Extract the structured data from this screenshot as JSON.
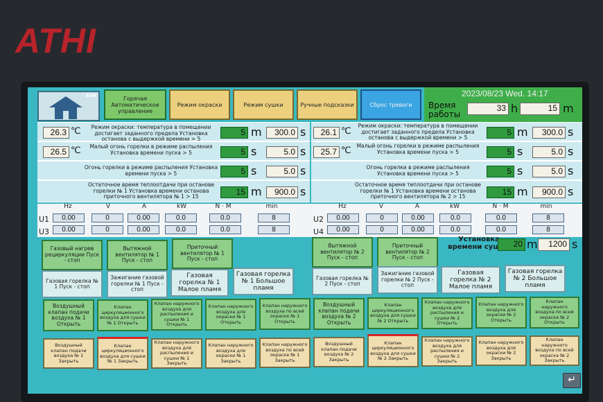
{
  "brand": "ATHI",
  "header": {
    "home_label": "ATHI",
    "nav": [
      {
        "label": "Горячая Автоматическое управление",
        "color": "#7ec86a"
      },
      {
        "label": "Режим окраски",
        "color": "#ecd07e"
      },
      {
        "label": "Режим сушки",
        "color": "#ecd07e"
      },
      {
        "label": "Ручные подсказки",
        "color": "#ecd07e"
      },
      {
        "label": "Сброс тревоги",
        "color": "#3aa5e2"
      }
    ],
    "datetime": "2023/08/23 Wed. 14:17",
    "work_time_label": "Время работы",
    "hours": "33",
    "hours_unit": "h",
    "minutes": "15",
    "minutes_unit": "m"
  },
  "params_left": [
    {
      "temp": "26.3",
      "temp_unit": "℃",
      "desc": "Режим окраски: температура в помещении достигает заданного предела Установка останова с выдержкой времени > 5",
      "set": "5",
      "set_unit": "m",
      "value": "300.0",
      "value_unit": "s"
    },
    {
      "temp": "26.5",
      "temp_unit": "℃",
      "desc": "Малый огонь горелки в режиме распыления Установка времени пуска > 5",
      "set": "5",
      "set_unit": "s",
      "value": "5.0",
      "value_unit": "s"
    },
    {
      "temp": "",
      "temp_unit": "",
      "desc": "Огонь горелки в режиме распыления Установка времени пуска > 5",
      "set": "5",
      "set_unit": "s",
      "value": "5.0",
      "value_unit": "s"
    },
    {
      "temp": "",
      "temp_unit": "",
      "desc": "Остаточное время теплоотдачи при останове горелки № 1 Установка времени останова приточного вентилятора № 1 > 15",
      "set": "15",
      "set_unit": "m",
      "value": "900.0",
      "value_unit": "s"
    }
  ],
  "params_right": [
    {
      "temp": "26.1",
      "temp_unit": "℃",
      "desc": "Режим окраски: температура в помещении достигает заданного предела Установка останова с выдержкой времени > 5",
      "set": "5",
      "set_unit": "m",
      "value": "300.0",
      "value_unit": "s"
    },
    {
      "temp": "25.7",
      "temp_unit": "℃",
      "desc": "Малый огонь горелки в режиме распыления Установка времени пуска > 5",
      "set": "5",
      "set_unit": "s",
      "value": "5.0",
      "value_unit": "s"
    },
    {
      "temp": "",
      "temp_unit": "",
      "desc": "Огонь горелки в режиме распыления Установка времени пуска > 5",
      "set": "5",
      "set_unit": "s",
      "value": "5.0",
      "value_unit": "s"
    },
    {
      "temp": "",
      "temp_unit": "",
      "desc": "Остаточное время теплоотдачи при останове горелки № 1 Установка времени останова приточного вентилятора № 2 > 15",
      "set": "15",
      "set_unit": "m",
      "value": "900.0",
      "value_unit": "s"
    }
  ],
  "meters": {
    "headers": [
      "Hz",
      "V",
      "A",
      "kW",
      "N · M",
      "min"
    ],
    "left_rows": [
      {
        "label": "U1",
        "values": [
          "0.00",
          "0",
          "0.00",
          "0.0",
          "0.0",
          "8"
        ]
      },
      {
        "label": "U3",
        "values": [
          "0.00",
          "0",
          "0.00",
          "0.0",
          "0.0",
          "8"
        ]
      }
    ],
    "right_rows": [
      {
        "label": "U2",
        "values": [
          "0.00",
          "0",
          "0.00",
          "0.0",
          "0.0",
          "8"
        ]
      },
      {
        "label": "U4",
        "values": [
          "0.00",
          "0",
          "0.00",
          "0.0",
          "0.0",
          "8"
        ]
      }
    ]
  },
  "dry_setting": {
    "label": "Установка времени сушки",
    "set": "20",
    "set_unit": "m",
    "value": "1200",
    "value_unit": "s"
  },
  "controls": {
    "row1": [
      "Газовый нагрев рециркуляции Пуск - стоп",
      "Вытяжной вентилятор № 1 Пуск - стоп",
      "Приточный вентилятор № 1 Пуск - стоп",
      "Вытяжной вентилятор № 2 Пуск - стоп",
      "Приточный вентилятор № 2 Пуск - стоп"
    ],
    "row2": [
      "Газовая горелка № 1 Пуск - стоп",
      "Зажигание газовой горелки № 1 Пуск - стоп",
      "Газовая горелка № 1 Малое пламя",
      "Газовая горелка № 1 Большое пламя",
      "Газовая горелка № 2 Пуск - стоп",
      "Зажигание газовой горелки № 2 Пуск - стоп",
      "Газовая горелка № 2 Малое пламя",
      "Газовая горелка № 2 Большое пламя"
    ],
    "row3": [
      "Воздушный клапан подачи воздуха № 1 Открыть",
      "Клапан циркуляционного воздуха для сушки № 1 Открыть",
      "Клапан наружного воздуха для распыления и сушки № 1 Открыть",
      "Клапан наружного воздуха для окраски № 1 Открыть",
      "Клапан наружного воздуха по всей окраске № 1 Открыть",
      "Воздушный клапан подачи воздуха № 2 Открыть",
      "Клапан циркуляционного воздуха для сушки № 2 Открыть",
      "Клапан наружного воздуха для распыления и сушки № 2 Открыть",
      "Клапан наружного воздуха для окраски № 2 Открыть",
      "Клапан наружного воздуха по всей окраске № 2 Открыть"
    ],
    "row4": [
      "Воздушный клапан подачи воздуха № 1 Закрыть",
      "Клапан циркуляционного воздуха для сушки № 1 Закрыть",
      "Клапан наружного воздуха для распыления и сушки № 1 Закрыть",
      "Клапан наружного воздуха для окраски № 1 Закрыть",
      "Клапан наружного воздуха по всей окраске № 1 Закрыть",
      "Воздушный клапан подачи воздуха № 2 Закрыть",
      "Клапан циркуляционного воздуха для сушки № 2 Закрыть",
      "Клапан наружного воздуха для распыления и сушки № 2 Закрыть",
      "Клапан наружного воздуха для окраски № 2 Закрыть",
      "Клапан наружного воздуха по всей окраске № 2 Закрыть"
    ]
  },
  "back_icon": "return-arrow-icon"
}
